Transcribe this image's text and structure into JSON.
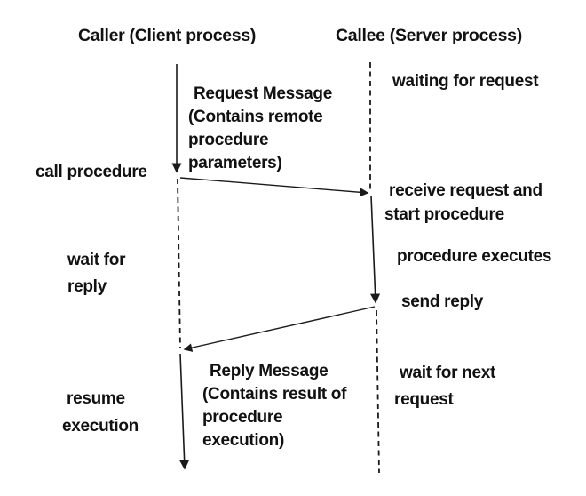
{
  "diagram": {
    "title_semantics": "RPC client-server sequence diagram",
    "caller_header": "Caller (Client process)",
    "callee_header": "Callee (Server process)",
    "caller_events": {
      "call_procedure": "call procedure",
      "wait_for_reply": {
        "line1": "wait for",
        "line2": "reply"
      },
      "resume_execution": {
        "line1": "resume",
        "line2": "execution"
      }
    },
    "callee_events": {
      "waiting_for_request": "waiting for request",
      "receive_request": {
        "line1": "receive request and",
        "line2": "start procedure"
      },
      "procedure_executes": "procedure executes",
      "send_reply": "send reply",
      "wait_for_next": {
        "line1": "wait for next",
        "line2": "request"
      }
    },
    "messages": {
      "request": {
        "line1": "Request Message",
        "line2": "(Contains remote",
        "line3": "procedure",
        "line4": "parameters)"
      },
      "reply": {
        "line1": "Reply Message",
        "line2": "(Contains result of",
        "line3": "procedure",
        "line4": "execution)"
      }
    },
    "colors": {
      "text": "#111111",
      "line": "#1a1a1a",
      "background": "#ffffff"
    }
  }
}
